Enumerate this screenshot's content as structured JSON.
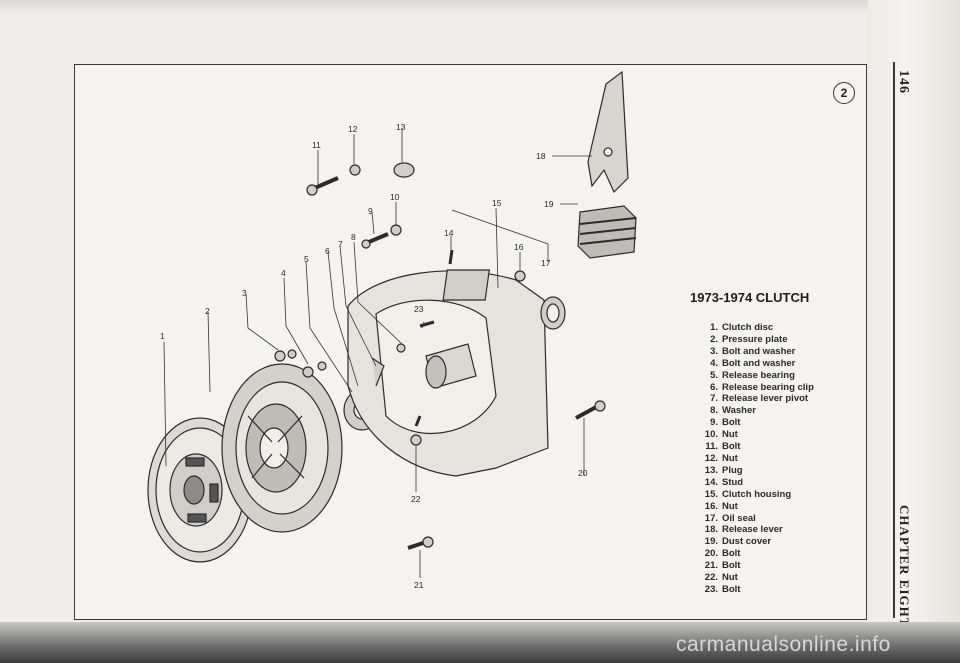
{
  "page": {
    "page_number": "146",
    "chapter": "CHAPTER EIGHT",
    "figure_number": "2",
    "watermark": "carmanualsonline.info"
  },
  "caption": {
    "title": "1973-1974  CLUTCH"
  },
  "parts": [
    {
      "num": "1.",
      "name": "Clutch disc"
    },
    {
      "num": "2.",
      "name": "Pressure plate"
    },
    {
      "num": "3.",
      "name": "Bolt and washer"
    },
    {
      "num": "4.",
      "name": "Bolt and washer"
    },
    {
      "num": "5.",
      "name": "Release bearing"
    },
    {
      "num": "6.",
      "name": "Release bearing clip"
    },
    {
      "num": "7.",
      "name": "Release lever pivot"
    },
    {
      "num": "8.",
      "name": "Washer"
    },
    {
      "num": "9.",
      "name": "Bolt"
    },
    {
      "num": "10.",
      "name": "Nut"
    },
    {
      "num": "11.",
      "name": "Bolt"
    },
    {
      "num": "12.",
      "name": "Nut"
    },
    {
      "num": "13.",
      "name": "Plug"
    },
    {
      "num": "14.",
      "name": "Stud"
    },
    {
      "num": "15.",
      "name": "Clutch housing"
    },
    {
      "num": "16.",
      "name": "Nut"
    },
    {
      "num": "17.",
      "name": "Oil seal"
    },
    {
      "num": "18.",
      "name": "Release lever"
    },
    {
      "num": "19.",
      "name": "Dust cover"
    },
    {
      "num": "20.",
      "name": "Bolt"
    },
    {
      "num": "21.",
      "name": "Bolt"
    },
    {
      "num": "22.",
      "name": "Nut"
    },
    {
      "num": "23.",
      "name": "Bolt"
    }
  ],
  "callouts": [
    "1",
    "2",
    "3",
    "4",
    "5",
    "6",
    "7",
    "8",
    "9",
    "10",
    "11",
    "12",
    "13",
    "14",
    "15",
    "16",
    "17",
    "18",
    "19",
    "20",
    "21",
    "22",
    "23"
  ]
}
